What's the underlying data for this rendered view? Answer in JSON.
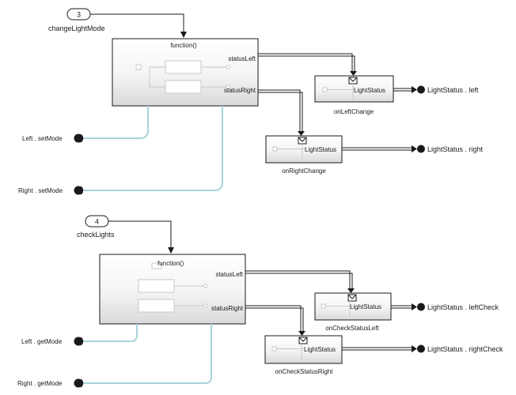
{
  "colors": {
    "signal": "#1a1a1a",
    "function_call_line": "#a9d4dc",
    "block_fill_top": "#ffffff",
    "block_fill_bottom": "#dcdcdc"
  },
  "top": {
    "trigger": {
      "number": "3",
      "name": "changeLightMode"
    },
    "subsystem": {
      "title": "function()",
      "out1": "statusLeft",
      "out2": "statusRight"
    },
    "left_block": {
      "inner_label": "LightStatus",
      "name": "onLeftChange"
    },
    "right_block": {
      "inner_label": "LightStatus",
      "name": "onRightChange"
    },
    "out_left": "LightStatus . left",
    "out_right": "LightStatus . right",
    "caller_left": "Left . setMode",
    "caller_right": "Right . setMode"
  },
  "bottom": {
    "trigger": {
      "number": "4",
      "name": "checkLights"
    },
    "subsystem": {
      "title": "function()",
      "out1": "statusLeft",
      "out2": "statusRight"
    },
    "left_block": {
      "inner_label": "LightStatus",
      "name": "onCheckStatusLeft"
    },
    "right_block": {
      "inner_label": "LightStatus",
      "name": "onCheckStatusRight"
    },
    "out_left": "LightStatus . leftCheck",
    "out_right": "LightStatus . rightCheck",
    "caller_left": "Left . getMode",
    "caller_right": "Right . getMode"
  }
}
